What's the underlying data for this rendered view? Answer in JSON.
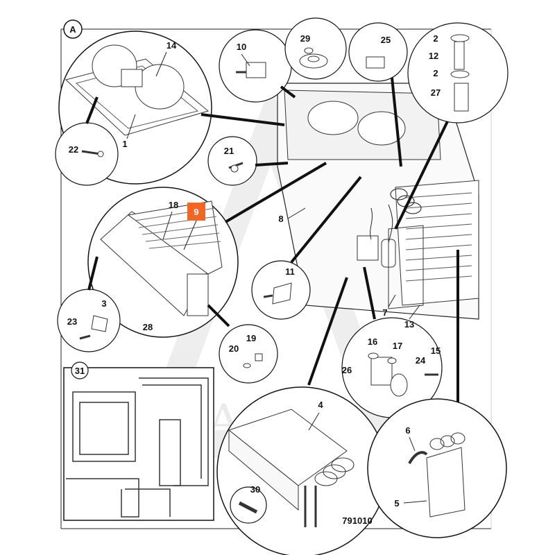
{
  "diagram": {
    "view_label": "A",
    "drawing_number": "791010",
    "watermark": "EXTAGRA",
    "highlight_color": "#f26522",
    "callouts": {
      "p1": "1",
      "p2a": "2",
      "p2b": "2",
      "p3": "3",
      "p4": "4",
      "p5": "5",
      "p6": "6",
      "p7": "7",
      "p8": "8",
      "p9": "9",
      "p10": "10",
      "p11": "11",
      "p12": "12",
      "p13": "13",
      "p14": "14",
      "p15": "15",
      "p16": "16",
      "p17": "17",
      "p18": "18",
      "p19": "19",
      "p20": "20",
      "p21": "21",
      "p22": "22",
      "p23": "23",
      "p24": "24",
      "p25": "25",
      "p26": "26",
      "p27": "27",
      "p28": "28",
      "p29": "29",
      "p30": "30",
      "p31": "31"
    }
  }
}
